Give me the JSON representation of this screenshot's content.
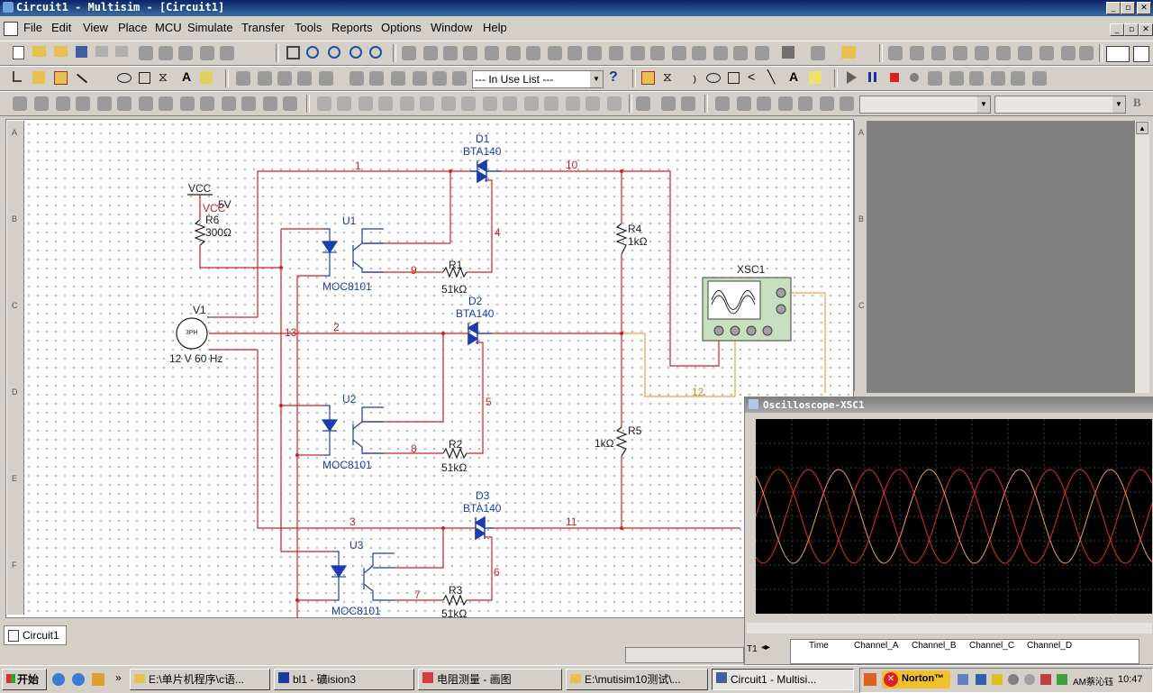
{
  "window": {
    "title": "Circuit1 - Multisim - [Circuit1]"
  },
  "menubar": {
    "items": [
      "File",
      "Edit",
      "View",
      "Place",
      "MCU",
      "Simulate",
      "Transfer",
      "Tools",
      "Reports",
      "Options",
      "Window",
      "Help"
    ]
  },
  "toolbar": {
    "in_use_list": "--- In Use List ---"
  },
  "schematic": {
    "components": {
      "vcc": "VCC",
      "vcc_value": "5V",
      "vcc_ref": "VCC",
      "r6": "R6",
      "r6_value": "300Ω",
      "v1": "V1",
      "v1_value": "12 V 60 Hz",
      "v1_symbol": "3PH",
      "u1": "U1",
      "u1_part": "MOC8101",
      "u2": "U2",
      "u2_part": "MOC8101",
      "u3": "U3",
      "u3_part": "MOC8101",
      "d1": "D1",
      "d1_part": "BTA140",
      "d2": "D2",
      "d2_part": "BTA140",
      "d3": "D3",
      "d3_part": "BTA140",
      "r1": "R1",
      "r1_value": "51kΩ",
      "r2": "R2",
      "r2_value": "51kΩ",
      "r3": "R3",
      "r3_value": "51kΩ",
      "r4": "R4",
      "r4_value": "1kΩ",
      "r5": "R5",
      "r5_value": "1kΩ",
      "xsc1": "XSC1"
    },
    "nets": [
      "1",
      "2",
      "3",
      "4",
      "5",
      "6",
      "7",
      "8",
      "9",
      "10",
      "11",
      "12",
      "13"
    ]
  },
  "ruler": {
    "rows": [
      "A",
      "B",
      "C",
      "D",
      "E",
      "F"
    ]
  },
  "tab": {
    "label": "Circuit1"
  },
  "oscilloscope": {
    "title": "Oscilloscope-XSC1",
    "columns": [
      "Time",
      "Channel_A",
      "Channel_B",
      "Channel_C",
      "Channel_D"
    ],
    "t1_label": "T1",
    "trace_colors": [
      "#e03030",
      "#f0a040"
    ]
  },
  "taskbar": {
    "start": "开始",
    "items": [
      "E:\\单片机程序\\c语...",
      "bl1 - 礦ision3",
      "电阻测量 - 画图",
      "E:\\mutisim10测试\\...",
      "Circuit1 - Multisi..."
    ],
    "norton": "Norton™",
    "clock": "10:47",
    "ime": "AM蔡沁钰"
  }
}
